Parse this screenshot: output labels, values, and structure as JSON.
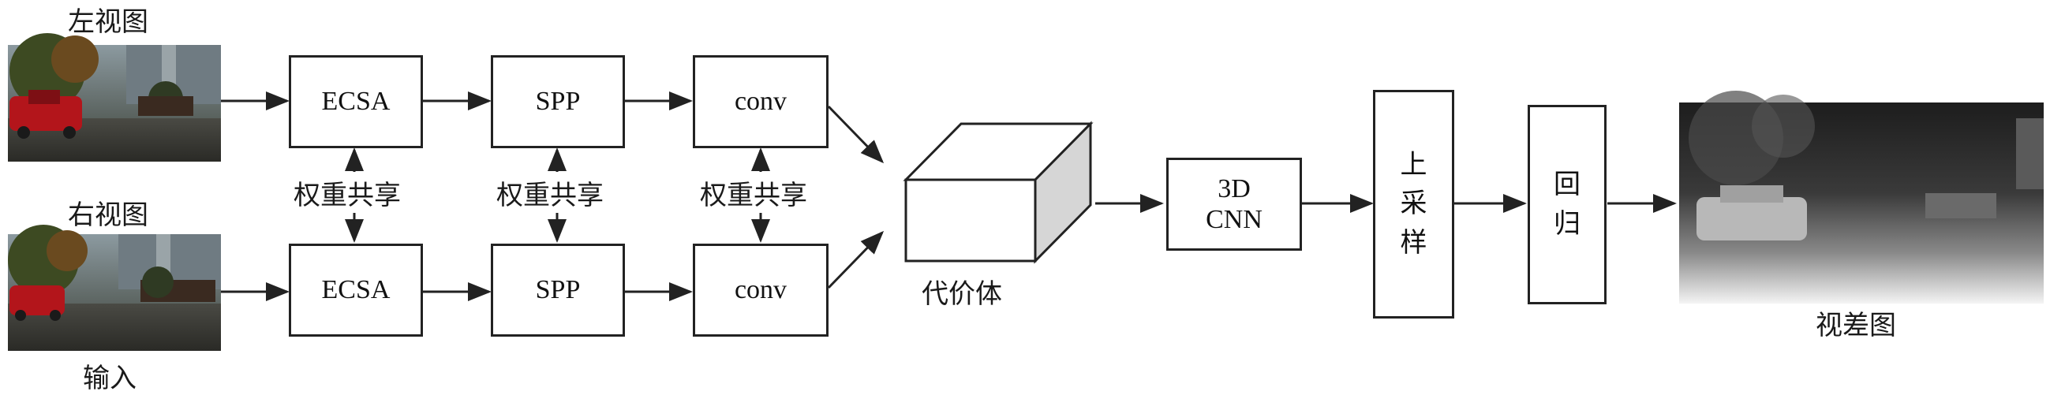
{
  "inputs": {
    "left_view_label": "左视图",
    "right_view_label": "右视图",
    "input_label": "输入"
  },
  "top_row": {
    "b1": "ECSA",
    "b2": "SPP",
    "b3": "conv"
  },
  "bottom_row": {
    "b1": "ECSA",
    "b2": "SPP",
    "b3": "conv"
  },
  "weight_share_label": "权重共享",
  "cost_volume_label": "代价体",
  "cnn3d": {
    "line1": "3D",
    "line2": "CNN"
  },
  "upsample": [
    "上",
    "采",
    "样"
  ],
  "regression": [
    "回",
    "归"
  ],
  "output_label": "视差图"
}
